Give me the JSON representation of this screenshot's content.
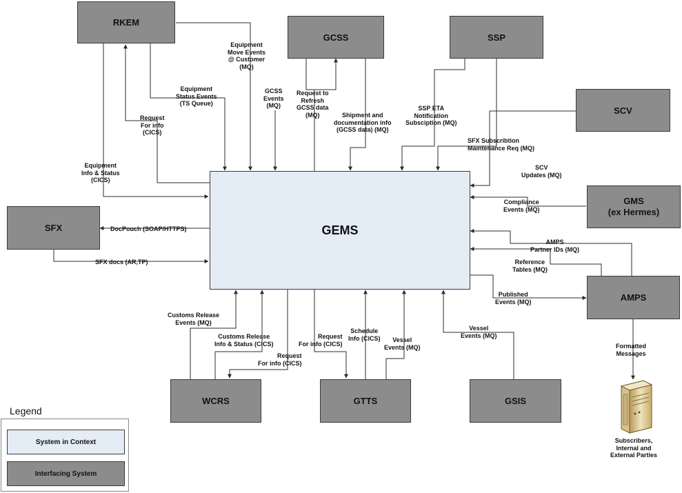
{
  "systems": {
    "gems": "GEMS",
    "rkem": "RKEM",
    "gcss": "GCSS",
    "ssp": "SSP",
    "scv": "SCV",
    "gms": "GMS\n(ex Hermes)",
    "sfx": "SFX",
    "amps": "AMPS",
    "wcrs": "WCRS",
    "gtts": "GTTS",
    "gsis": "GSIS"
  },
  "labels": {
    "equipment_move_events": "Equipment\nMove Events\n@ Customer\n(MQ)",
    "equipment_status_events": "Equipment\nStatus Events\n(TS Queue)",
    "request_for_info_rkem": "Request\nFor info\n(CICS)",
    "equipment_info_status": "Equipment\nInfo & Status\n(CICS)",
    "gcss_events": "GCSS\nEvents\n(MQ)",
    "request_refresh_gcss": "Request to\nRefresh\nGCSS data\n(MQ)",
    "shipment_doc_info": "Shipment and\ndocumentation info\n(GCSS data) (MQ)",
    "ssp_eta": "SSP ETA\nNotification\nSubsciption (MQ)",
    "sfx_subscription": "SFX Subscribtion\nMaintenance Req (MQ)",
    "scv_updates": "SCV\nUpdates (MQ)",
    "compliance_events": "Compliance\nEvents (MQ)",
    "amps_partner_ids": "AMPS\nPartner IDs (MQ)",
    "reference_tables": "Reference\nTables (MQ)",
    "published_events": "Published\nEvents (MQ)",
    "formatted_messages": "Formatted\nMessages",
    "docpouch": "DocPouch (SOAP/HTTPS)",
    "sfx_docs": "SFX docs (AR,TP)",
    "customs_release_events": "Customs Release\nEvents (MQ)",
    "customs_release_info": "Customs Release\nInfo & Status (CICS)",
    "request_for_info_wcrs": "Request\nFor info (CICS)",
    "request_for_info_gtts": "Request\nFor info (CICS)",
    "schedule_info": "Schedule\nInfo (CICS)",
    "vessel_events_gtts": "Vessel\nEvents (MQ)",
    "vessel_events_gsis": "Vessel\nEvents (MQ)",
    "subscribers": "Subscribers,\nInternal and\nExternal Parties"
  },
  "legend": {
    "title": "Legend",
    "system_in_context": "System in Context",
    "interfacing_system": "Interfacing System"
  },
  "colors": {
    "interfacing_fill": "#8c8c8c",
    "context_fill": "#e4ecf6",
    "line": "#2b2b2b"
  }
}
